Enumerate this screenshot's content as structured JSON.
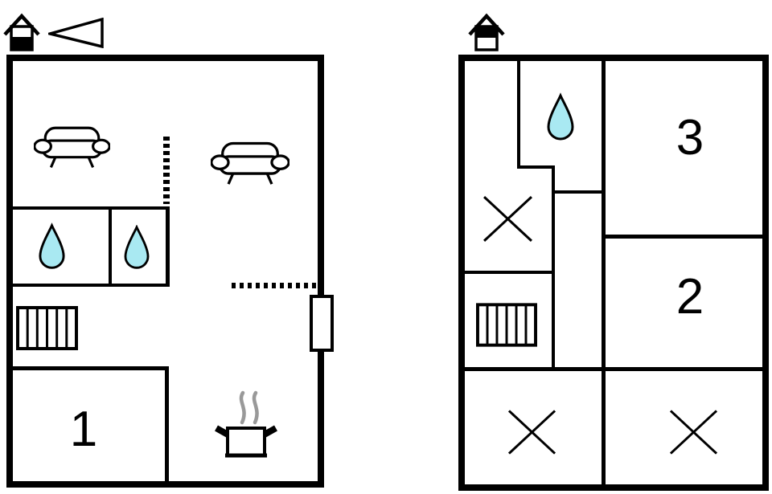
{
  "colors": {
    "wall": "#000000",
    "background": "#ffffff",
    "water_drop_fill": "#a9e9f2",
    "steam": "#999999"
  },
  "floors": [
    {
      "id": "ground-floor",
      "indicator_icon": "house-ground-floor-icon",
      "room_labels": [
        "1"
      ],
      "symbols": [
        "house-floor-indicator",
        "direction-arrow",
        "sofa",
        "sofa",
        "water-drop",
        "water-drop",
        "stairs",
        "dashed-partition",
        "dashed-partition",
        "window",
        "cooking-pot"
      ]
    },
    {
      "id": "upper-floor",
      "indicator_icon": "house-upper-floor-icon",
      "room_labels": [
        "3",
        "2"
      ],
      "symbols": [
        "house-floor-indicator",
        "water-drop",
        "stairs",
        "cross-mark",
        "cross-mark",
        "cross-mark"
      ]
    }
  ]
}
